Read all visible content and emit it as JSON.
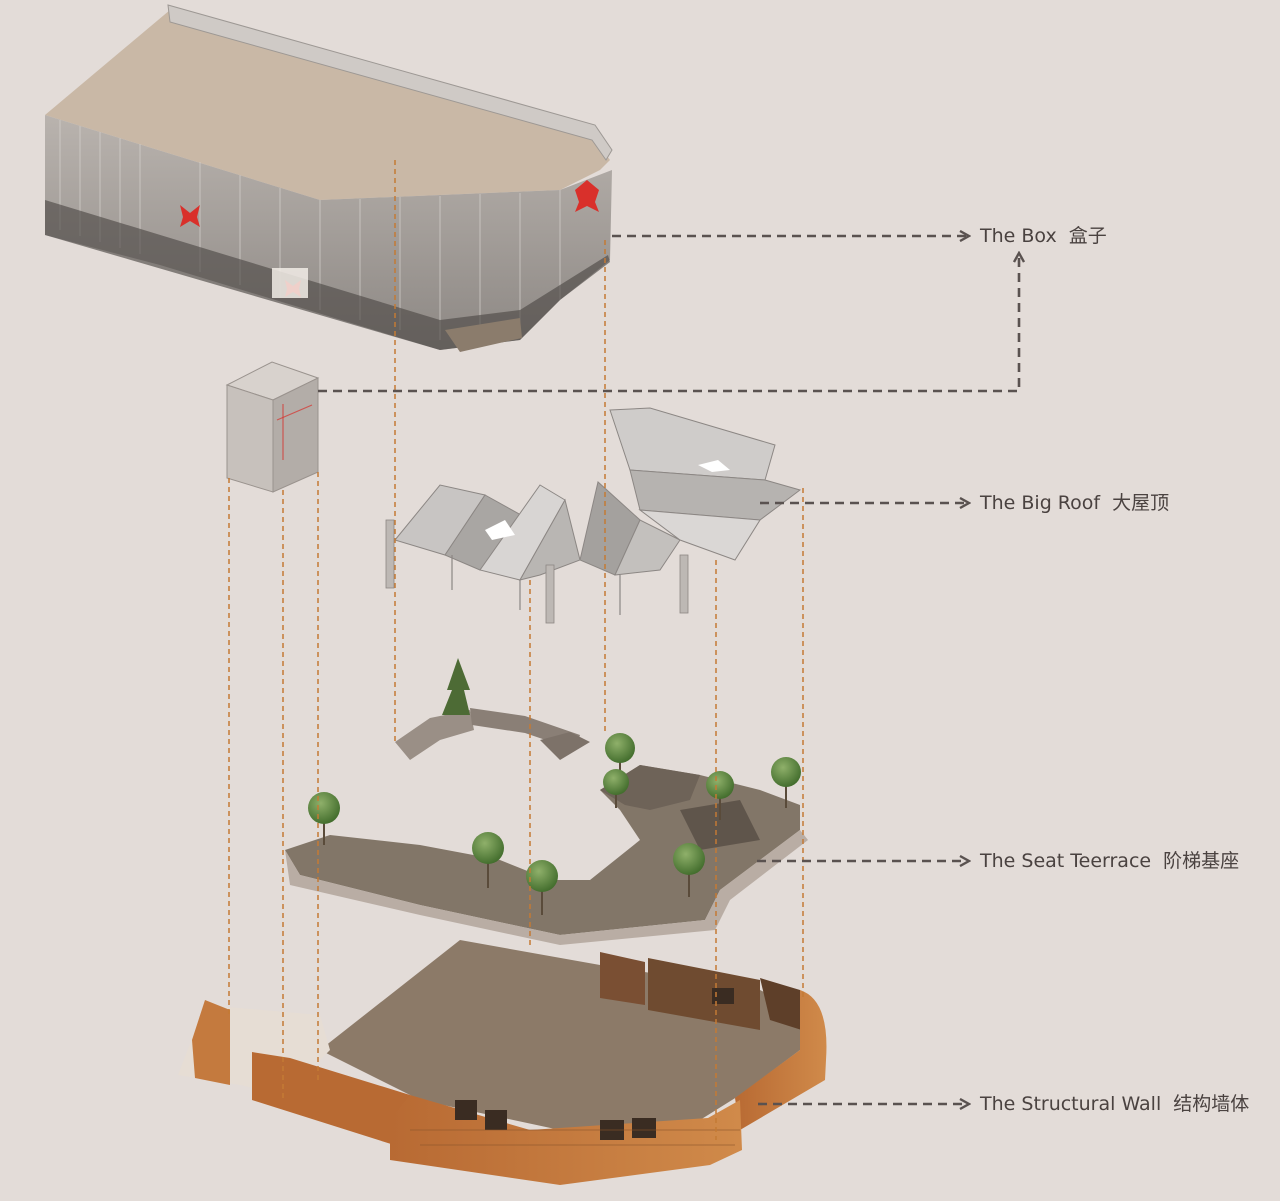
{
  "labels": {
    "box": {
      "en": "The Box",
      "zh": "盒子"
    },
    "roof": {
      "en": "The Big Roof",
      "zh": "大屋顶"
    },
    "seat": {
      "en": "The Seat Teerrace",
      "zh": "阶梯基座"
    },
    "wall": {
      "en": "The Structural Wall",
      "zh": "结构墙体"
    }
  },
  "colors": {
    "background": "#e3dcd8",
    "label_text": "#4a4240",
    "leader_line": "#5a5250",
    "guide_line": "#c47a34",
    "accent_ribbon": "#d9302b"
  }
}
